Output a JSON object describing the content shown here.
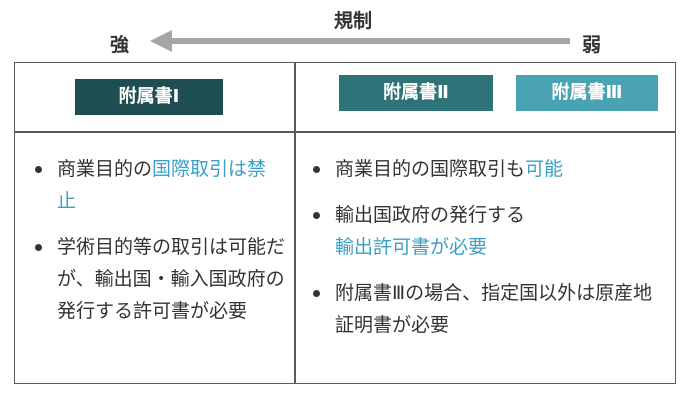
{
  "header": {
    "title": "規制",
    "strong": "強",
    "weak": "弱"
  },
  "colors": {
    "dark": "#1e4e52",
    "mid": "#2e7378",
    "light": "#4aa3b3",
    "highlight": "#3aa0c4",
    "arrow": "#a6a6a6"
  },
  "columns": [
    {
      "badges": [
        {
          "label": "附属書I"
        }
      ]
    },
    {
      "badges": [
        {
          "label": "附属書Ⅱ"
        },
        {
          "label": "附属書Ⅲ"
        }
      ]
    }
  ],
  "left_bullets": [
    {
      "text": "商業目的の",
      "highlight": "国際取引は禁止"
    },
    {
      "text": "学術目的等の取引は可能だが、輸出国・輸入国政府の発行する許可書が必要"
    }
  ],
  "right_bullets": [
    {
      "text": "商業目的の国際取引も",
      "highlight": "可能"
    },
    {
      "text": "輸出国政府の発行する",
      "highlight": "輸出許可書が必要"
    },
    {
      "text": "附属書Ⅲの場合、指定国以外は原産地証明書が必要"
    }
  ]
}
